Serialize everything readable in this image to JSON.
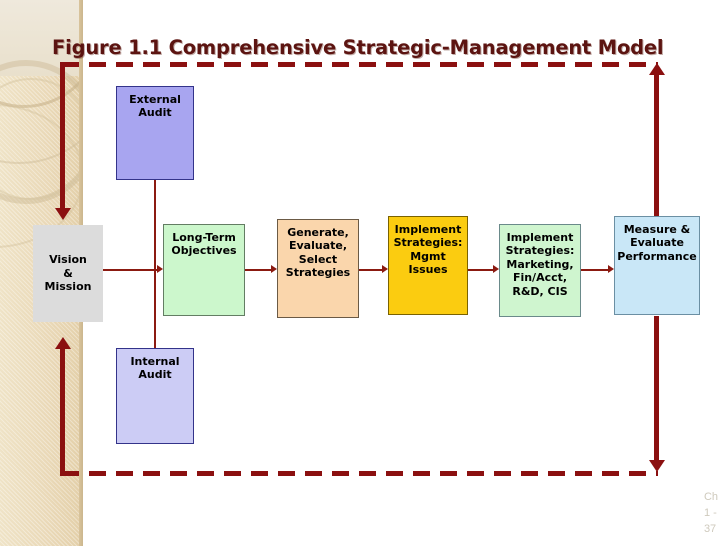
{
  "slide": {
    "title": "Figure 1.1 Comprehensive Strategic-Management Model",
    "footer": "Ch\n1 -\n37",
    "background_color": "#ffffff",
    "accent_color": "#8b1010",
    "title_color": "#5c1411"
  },
  "sidebar": {
    "name": "decorative-band",
    "fill_color": "#ead9b8",
    "arc_color": "#c4ae87"
  },
  "boxes": {
    "vision": {
      "label": "Vision\n&\nMission",
      "color": "#dcdcdc"
    },
    "external": {
      "label": "External\nAudit",
      "color": "#a8a5f0"
    },
    "internal": {
      "label": "Internal\nAudit",
      "color": "#ccccf5"
    },
    "longterm": {
      "label": "Long-Term\nObjectives",
      "color": "#ccf7cc"
    },
    "generate": {
      "label": "Generate,\nEvaluate,\nSelect\nStrategies",
      "color": "#fad6ac"
    },
    "implement_mgmt": {
      "label": "Implement\nStrategies:\nMgmt Issues",
      "color": "#fbcc10"
    },
    "implement_func": {
      "label": "Implement\nStrategies:\nMarketing,\nFin/Acct,\nR&D, CIS",
      "color": "#cff5cf"
    },
    "measure": {
      "label": "Measure &\nEvaluate\nPerformance",
      "color": "#c9e7f7"
    }
  },
  "connectors": {
    "top_feedback": "dashed-rail-top",
    "bottom_feedback": "dashed-rail-bottom",
    "audit_link": "external-to-internal-vertical"
  }
}
